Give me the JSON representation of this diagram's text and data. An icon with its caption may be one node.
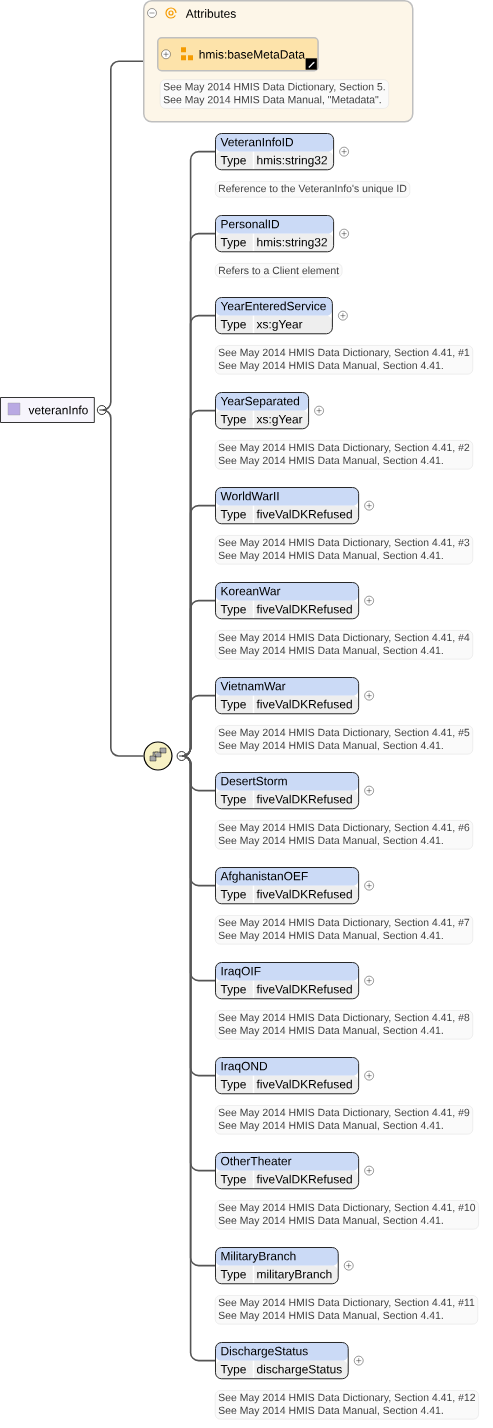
{
  "diagram": {
    "nodes": [
      {
        "text": [
          "veteranInfo"
        ]
      },
      {
        "text": [
          "Attributes"
        ]
      },
      {
        "text": [
          "hmis:baseMetaData"
        ],
        "in": 1,
        "beside": [
          "See May 2014 HMIS Data Dictionary, Section 5. See May 2014 HMIS Data Manual, \"Metadata\"."
        ]
      },
      {
        "text": [],
        "shape": "circle"
      },
      {
        "text": [
          "VeteranInfoID",
          "Type",
          "hmis:string32"
        ],
        "beside": [
          "Reference to the VeteranInfo's unique ID"
        ]
      },
      {
        "text": [
          "PersonalID",
          "Type",
          "hmis:string32"
        ],
        "beside": [
          "Refers to a Client element"
        ]
      },
      {
        "text": [
          "YearEnteredService",
          "Type",
          "xs:gYear"
        ],
        "beside": [
          "See May 2014 HMIS Data Dictionary, Section 4.41, #1 See May 2014 HMIS Data Manual, Section 4.41."
        ]
      },
      {
        "text": [
          "YearSeparated",
          "Type",
          "xs:gYear"
        ],
        "beside": [
          "See May 2014 HMIS Data Dictionary, Section 4.41, #2 See May 2014 HMIS Data Manual, Section 4.41."
        ]
      },
      {
        "text": [
          "WorldWarII",
          "Type",
          "fiveValDKRefused"
        ],
        "beside": [
          "See May 2014 HMIS Data Dictionary, Section 4.41, #3 See May 2014 HMIS Data Manual, Section 4.41."
        ]
      },
      {
        "text": [
          "KoreanWar",
          "Type",
          "fiveValDKRefused"
        ],
        "beside": [
          "See May 2014 HMIS Data Dictionary, Section 4.41, #4 See May 2014 HMIS Data Manual, Section 4.41."
        ]
      },
      {
        "text": [
          "VietnamWar",
          "Type",
          "fiveValDKRefused"
        ],
        "beside": [
          "See May 2014 HMIS Data Dictionary, Section 4.41, #5 See May 2014 HMIS Data Manual, Section 4.41."
        ]
      },
      {
        "text": [
          "DesertStorm",
          "Type",
          "fiveValDKRefused"
        ],
        "beside": [
          "See May 2014 HMIS Data Dictionary, Section 4.41, #6 See May 2014 HMIS Data Manual, Section 4.41."
        ]
      },
      {
        "text": [
          "AfghanistanOEF",
          "Type",
          "fiveValDKRefused"
        ],
        "beside": [
          "See May 2014 HMIS Data Dictionary, Section 4.41, #7 See May 2014 HMIS Data Manual, Section 4.41."
        ]
      },
      {
        "text": [
          "IraqOIF",
          "Type",
          "fiveValDKRefused"
        ],
        "beside": [
          "See May 2014 HMIS Data Dictionary, Section 4.41, #8 See May 2014 HMIS Data Manual, Section 4.41."
        ]
      },
      {
        "text": [
          "IraqOND",
          "Type",
          "fiveValDKRefused"
        ],
        "beside": [
          "See May 2014 HMIS Data Dictionary, Section 4.41, #9 See May 2014 HMIS Data Manual, Section 4.41."
        ]
      },
      {
        "text": [
          "OtherTheater",
          "Type",
          "fiveValDKRefused"
        ],
        "beside": [
          "See May 2014 HMIS Data Dictionary, Section 4.41, #10 See May 2014 HMIS Data Manual, Section 4.41."
        ]
      },
      {
        "text": [
          "MilitaryBranch",
          "Type",
          "militaryBranch"
        ],
        "beside": [
          "See May 2014 HMIS Data Dictionary, Section 4.41, #11 See May 2014 HMIS Data Manual, Section 4.41."
        ]
      },
      {
        "text": [
          "DischargeStatus",
          "Type",
          "dischargeStatus"
        ],
        "beside": [
          "See May 2014 HMIS Data Dictionary, Section 4.41, #12 See May 2014 HMIS Data Manual, Section 4.41."
        ]
      }
    ],
    "edges": [
      {
        "from": 0,
        "to": 1,
        "arrow": "none"
      },
      {
        "from": 0,
        "to": 3,
        "arrow": "none"
      },
      {
        "from": 3,
        "to": 4,
        "arrow": "none"
      },
      {
        "from": 3,
        "to": 5,
        "arrow": "none"
      },
      {
        "from": 3,
        "to": 6,
        "arrow": "none"
      },
      {
        "from": 3,
        "to": 7,
        "arrow": "none"
      },
      {
        "from": 3,
        "to": 8,
        "arrow": "none"
      },
      {
        "from": 3,
        "to": 9,
        "arrow": "none"
      },
      {
        "from": 3,
        "to": 10,
        "arrow": "none"
      },
      {
        "from": 3,
        "to": 11,
        "arrow": "none"
      },
      {
        "from": 3,
        "to": 12,
        "arrow": "none"
      },
      {
        "from": 3,
        "to": 13,
        "arrow": "none"
      },
      {
        "from": 3,
        "to": 14,
        "arrow": "none"
      },
      {
        "from": 3,
        "to": 15,
        "arrow": "none"
      },
      {
        "from": 3,
        "to": 16,
        "arrow": "none"
      },
      {
        "from": 3,
        "to": 17,
        "arrow": "none"
      }
    ]
  }
}
